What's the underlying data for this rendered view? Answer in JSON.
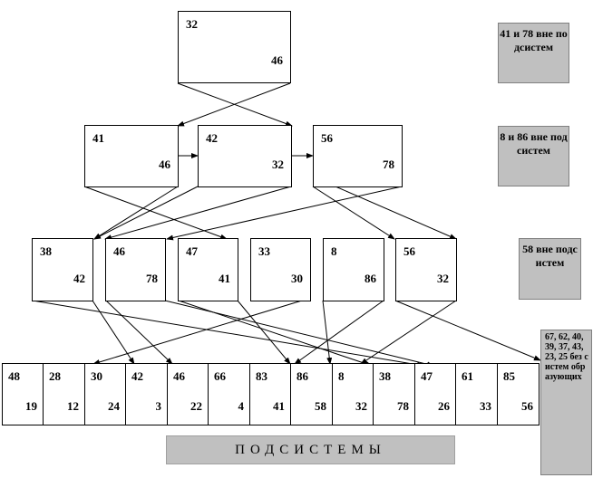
{
  "nodes": {
    "root": {
      "top": "32",
      "bottom": "46"
    },
    "l1a": {
      "top": "41",
      "bottom": "46"
    },
    "l1b": {
      "top": "42",
      "bottom": "32"
    },
    "l1c": {
      "top": "56",
      "bottom": "78"
    },
    "l2a": {
      "top": "38",
      "bottom": "42"
    },
    "l2b": {
      "top": "46",
      "bottom": "78"
    },
    "l2c": {
      "top": "47",
      "bottom": "41"
    },
    "l2d": {
      "top": "33",
      "bottom": "30"
    },
    "l2e": {
      "top": "8",
      "bottom": "86"
    },
    "l2f": {
      "top": "56",
      "bottom": "32"
    }
  },
  "cells": [
    {
      "top": "48",
      "bottom": "19"
    },
    {
      "top": "28",
      "bottom": "12"
    },
    {
      "top": "30",
      "bottom": "24"
    },
    {
      "top": "42",
      "bottom": "3"
    },
    {
      "top": "46",
      "bottom": "22"
    },
    {
      "top": "66",
      "bottom": "4"
    },
    {
      "top": "83",
      "bottom": "41"
    },
    {
      "top": "86",
      "bottom": "58"
    },
    {
      "top": "8",
      "bottom": "32"
    },
    {
      "top": "38",
      "bottom": "78"
    },
    {
      "top": "47",
      "bottom": "26"
    },
    {
      "top": "61",
      "bottom": "33"
    },
    {
      "top": "85",
      "bottom": "56"
    }
  ],
  "notes": {
    "n1": "41 и 78 вне подсистем",
    "n2": "8 и 86 вне подсистем",
    "n3": "58 вне подсистем",
    "n4": "67, 62, 40, 39, 37, 43, 23, 25 без систем образующих"
  },
  "footer": "ПОДСИСТЕМЫ",
  "colors": {
    "note_fill": "#c0c0c0",
    "line": "#000000"
  }
}
